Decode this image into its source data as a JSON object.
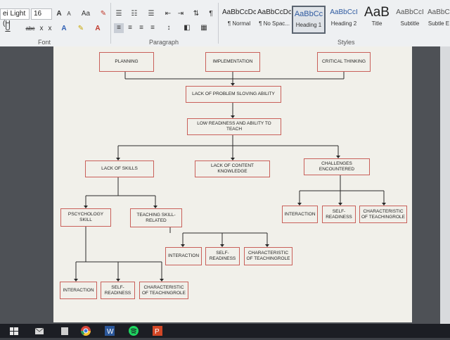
{
  "ribbon": {
    "font_name": "ei Light (H",
    "font_size": "16",
    "grow_label": "A",
    "shrink_label": "A",
    "case_label": "Aa",
    "underline_label": "U",
    "strike_label": "abc",
    "sub_label": "x",
    "sup_label": "x",
    "font_group_label": "Font",
    "paragraph_group_label": "Paragraph",
    "styles_group_label": "Styles",
    "styles": [
      {
        "sample": "AaBbCcDc",
        "name": "¶ Normal"
      },
      {
        "sample": "AaBbCcDc",
        "name": "¶ No Spac..."
      },
      {
        "sample": "AaBbCc",
        "name": "Heading 1"
      },
      {
        "sample": "AaBbCcI",
        "name": "Heading 2"
      },
      {
        "sample": "AaB",
        "name": "Title"
      },
      {
        "sample": "AaBbCcI",
        "name": "Subtitle"
      },
      {
        "sample": "AaBbCcI",
        "name": "Subtle E"
      }
    ]
  },
  "diagram": {
    "planning": "PLANNING",
    "implementation": "IMPLEMENTATION",
    "critical_thinking": "CRITICAL THINKING",
    "problem_solving": "LACK OF PROBLEM SLOVING ABILITY",
    "low_readiness": "LOW READINESS AND ABILITY TO TEACH",
    "lack_skills": "LACK OF SKILLS",
    "lack_content": "LACK OF CONTENT KNOWLEDGE",
    "challenges": "CHALLENGES ENCOUNTERED",
    "psych_skill": "PSCYCHOLOGY SKILL",
    "teaching_skill": "TEACHING SKILL- RELATED",
    "interaction": "INTERACTION",
    "self_readiness": "SELF- READINESS",
    "characteristic": "CHARACTERISTIC OF TEACHINGROLE"
  },
  "colors": {
    "box_border": "#c9605a",
    "page": "#f1f0ea",
    "ribbon": "#eef0f2",
    "taskbar": "#1c1e24"
  }
}
